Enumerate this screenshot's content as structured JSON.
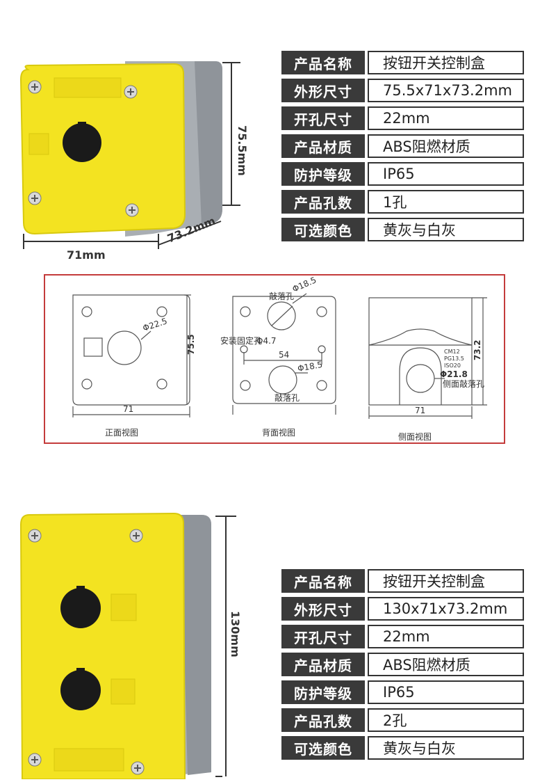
{
  "product1": {
    "dim_height": "75.5mm",
    "dim_width": "71mm",
    "dim_depth": "73.2mm",
    "specs": [
      {
        "key": "产品名称",
        "value": "按钮开关控制盒"
      },
      {
        "key": "外形尺寸",
        "value": "75.5x71x73.2mm"
      },
      {
        "key": "开孔尺寸",
        "value": "22mm"
      },
      {
        "key": "产品材质",
        "value": "ABS阻燃材质"
      },
      {
        "key": "防护等级",
        "value": "IP65"
      },
      {
        "key": "产品孔数",
        "value": "1孔"
      },
      {
        "key": "可选颜色",
        "value": "黄灰与白灰"
      }
    ]
  },
  "drawing": {
    "front": {
      "caption": "正面视图",
      "hole": "Φ22.5",
      "height": "75.5",
      "width": "71"
    },
    "back": {
      "caption": "背面视图",
      "knock_top": "敲落孔",
      "phi_top": "Φ18.5",
      "mount_label": "安装固定孔",
      "mount_phi": "Φ4.7",
      "spacing": "54",
      "phi_bottom": "Φ18.5",
      "knock_bottom": "敲落孔"
    },
    "side": {
      "caption": "侧面视图",
      "cm": "CM12",
      "pg": "PG13.5",
      "iso": "ISO20",
      "phi": "Φ21.8",
      "knock": "侧面敲落孔",
      "height": "73.2",
      "width": "71"
    }
  },
  "product2": {
    "dim_height": "130mm",
    "specs": [
      {
        "key": "产品名称",
        "value": "按钮开关控制盒"
      },
      {
        "key": "外形尺寸",
        "value": "130x71x73.2mm"
      },
      {
        "key": "开孔尺寸",
        "value": "22mm"
      },
      {
        "key": "产品材质",
        "value": "ABS阻燃材质"
      },
      {
        "key": "防护等级",
        "value": "IP65"
      },
      {
        "key": "产品孔数",
        "value": "2孔"
      },
      {
        "key": "可选颜色",
        "value": "黄灰与白灰"
      }
    ]
  },
  "colors": {
    "yellow": "#f3e321",
    "grey": "#a9aeb3",
    "frame": "#c43b3b",
    "header": "#3a3a3a"
  }
}
